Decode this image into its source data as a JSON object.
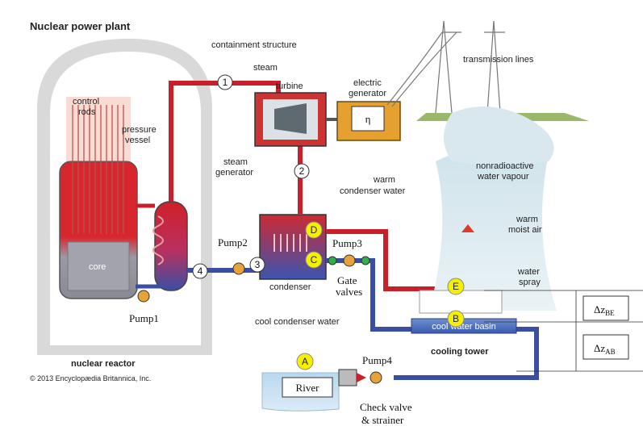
{
  "title": "Nuclear power plant",
  "labels": {
    "containment": "containment structure",
    "steam": "steam",
    "turbine": "turbine",
    "generator_line1": "electric",
    "generator_line2": "generator",
    "eta": "η",
    "transmission": "transmission lines",
    "control_rods_1": "control",
    "control_rods_2": "rods",
    "pressure_vessel_1": "pressure",
    "pressure_vessel_2": "vessel",
    "steam_gen_1": "steam",
    "steam_gen_2": "generator",
    "nonrad_1": "nonradioactive",
    "nonrad_2": "water vapour",
    "warm_cond_1": "warm",
    "warm_cond_2": "condenser water",
    "warm_air_1": "warm",
    "warm_air_2": "moist air",
    "core": "core",
    "pump1": "Pump1",
    "pump2": "Pump2",
    "pump3": "Pump3",
    "pump4": "Pump4",
    "condenser": "condenser",
    "gate_1": "Gate",
    "gate_2": "valves",
    "water_spray_1": "water",
    "water_spray_2": "spray",
    "cool_cond": "cool condenser water",
    "cool_basin": "cool water basin",
    "cooling_tower": "cooling tower",
    "nuclear_reactor": "nuclear reactor",
    "copyright": "© 2013 Encyclopædia Britannica, Inc.",
    "river": "River",
    "check_1": "Check valve",
    "check_2": "& strainer",
    "dz_be_main": "Δz",
    "dz_be_sub": "BE",
    "dz_ab_main": "Δz",
    "dz_ab_sub": "AB"
  },
  "state_points": [
    "1",
    "2",
    "3",
    "4"
  ],
  "yellow_points": [
    "A",
    "B",
    "C",
    "D",
    "E"
  ],
  "colors": {
    "hot_pipe": "#c8202b",
    "cold_pipe": "#3a4fa3",
    "containment": "#d6d6d6",
    "yellow_marker": "#f5f000",
    "pump": "#e8a23a",
    "valve": "#2fb14a"
  }
}
